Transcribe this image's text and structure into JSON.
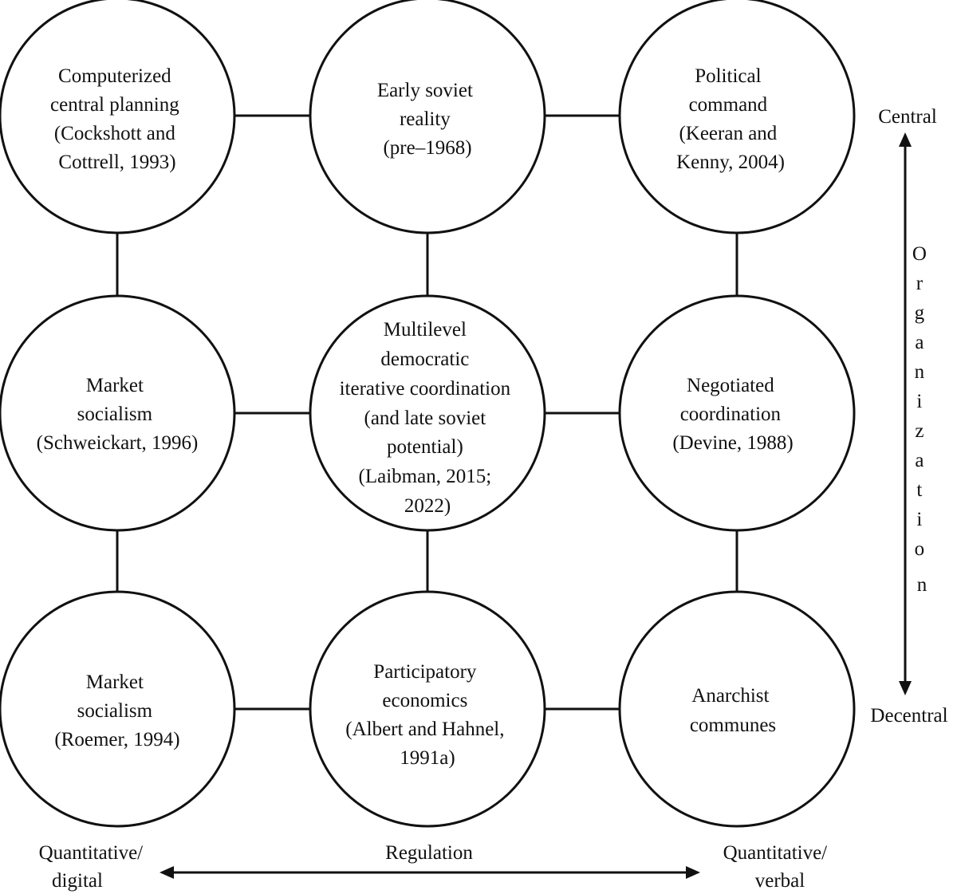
{
  "nodes": {
    "top_left": [
      "Computerized",
      "central planning",
      "(Cockshott and",
      "Cottrell, 1993)"
    ],
    "top_center": [
      "Early soviet",
      "reality",
      "(pre–1968)"
    ],
    "top_right": [
      "Political",
      "command",
      "(Keeran and",
      "Kenny, 2004)"
    ],
    "middle_left": [
      "Market",
      "socialism",
      "(Schweickart, 1996)"
    ],
    "middle_center": [
      "Multilevel",
      "democratic",
      "iterative coordination",
      "(and late soviet",
      "potential)",
      "(Laibman, 2015;",
      "2022)"
    ],
    "middle_right": [
      "Negotiated",
      "coordination",
      "(Devine, 1988)"
    ],
    "bottom_left": [
      "Market",
      "socialism",
      "(Roemer, 1994)"
    ],
    "bottom_center": [
      "Participatory",
      "economics",
      "(Albert and Hahnel,",
      "1991a)"
    ],
    "bottom_right": [
      "Anarchist",
      "communes"
    ]
  },
  "vertical_axis": {
    "top_label": "Central",
    "bottom_label": "Decentral",
    "title_letters": [
      "O",
      "r",
      "g",
      "a",
      "n",
      "i",
      "z",
      "a",
      "t",
      "i",
      "o",
      "n"
    ]
  },
  "horizontal_axis": {
    "title": "Regulation",
    "left_label": [
      "Quantitative/",
      "digital"
    ],
    "right_label": [
      "Quantitative/",
      "verbal"
    ]
  }
}
